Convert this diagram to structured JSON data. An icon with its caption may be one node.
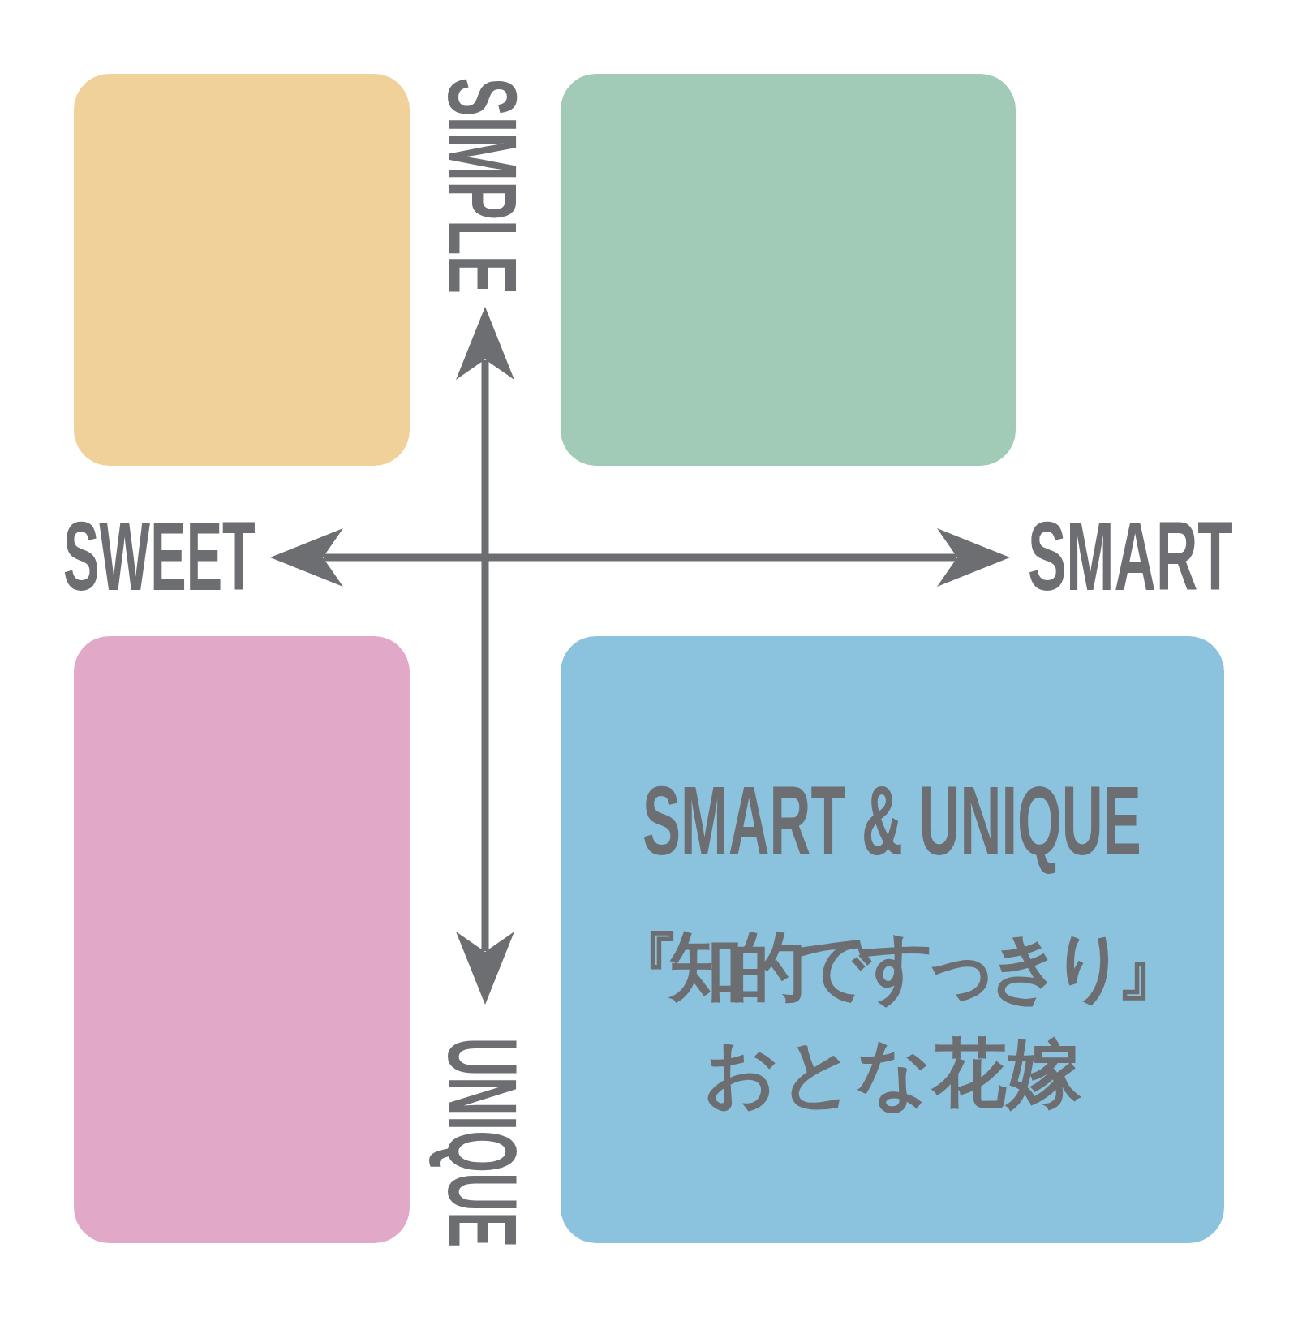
{
  "diagram": {
    "nodes": [
      {
        "text": [],
        "shape": "box"
      },
      {
        "text": [],
        "shape": "box"
      },
      {
        "text": [],
        "shape": "box"
      },
      {
        "text": [
          "SMART & UNIQUE",
          "『知的ですっきり』おとな花嫁"
        ]
      }
    ],
    "labels": [
      "SIMPLE",
      "SWEET",
      "SMART",
      "UNIQUE"
    ]
  }
}
